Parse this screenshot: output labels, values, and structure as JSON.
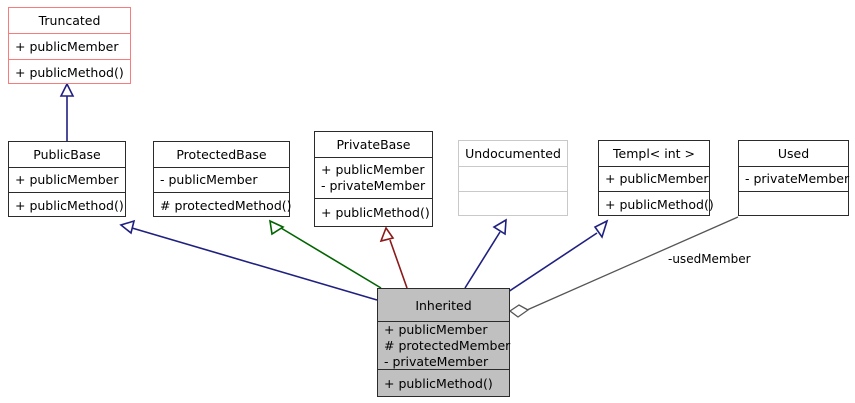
{
  "diagram": {
    "title": "UML class inheritance diagram",
    "background": "#ffffff",
    "colors": {
      "default_border": "#2b2b2b",
      "truncated_border": "#f77c7c",
      "undocumented_border": "#c9c9c9",
      "focus_fill": "#c0c0c0",
      "public_inherit": "#202080",
      "protected_inherit": "#006400",
      "private_inherit": "#8b1a1a",
      "usage_edge": "#555555"
    }
  },
  "classes": [
    {
      "id": "truncated",
      "name": "Truncated",
      "attributes": [
        "+ publicMember"
      ],
      "operations": [
        "+ publicMethod()"
      ],
      "border": "#f77c7c",
      "fill": "#ffffff"
    },
    {
      "id": "publicbase",
      "name": "PublicBase",
      "attributes": [
        "+ publicMember"
      ],
      "operations": [
        "+ publicMethod()"
      ],
      "border": "#2b2b2b",
      "fill": "#ffffff"
    },
    {
      "id": "protectedbase",
      "name": "ProtectedBase",
      "attributes": [
        "- publicMember"
      ],
      "operations": [
        "# protectedMethod()"
      ],
      "border": "#2b2b2b",
      "fill": "#ffffff"
    },
    {
      "id": "privatebase",
      "name": "PrivateBase",
      "attributes": [
        "+ publicMember",
        "- privateMember"
      ],
      "operations": [
        "+ publicMethod()"
      ],
      "border": "#2b2b2b",
      "fill": "#ffffff"
    },
    {
      "id": "undocumented",
      "name": "Undocumented",
      "attributes": [],
      "operations": [],
      "border": "#c9c9c9",
      "fill": "#ffffff"
    },
    {
      "id": "templ",
      "name": "Templ< int >",
      "attributes": [
        "+ publicMember"
      ],
      "operations": [
        "+ publicMethod()"
      ],
      "border": "#2b2b2b",
      "fill": "#ffffff"
    },
    {
      "id": "used",
      "name": "Used",
      "attributes": [
        "- privateMember"
      ],
      "operations": [],
      "border": "#2b2b2b",
      "fill": "#ffffff"
    },
    {
      "id": "inherited",
      "name": "Inherited",
      "attributes": [
        "+ publicMember",
        "# protectedMember",
        "- privateMember"
      ],
      "operations": [
        "+ publicMethod()"
      ],
      "border": "#2b2b2b",
      "fill": "#c0c0c0"
    }
  ],
  "relations": [
    {
      "id": "publicbase-truncated",
      "from": "publicbase",
      "to": "truncated",
      "kind": "public-inheritance",
      "color": "#202080",
      "label": ""
    },
    {
      "id": "inherited-publicbase",
      "from": "inherited",
      "to": "publicbase",
      "kind": "public-inheritance",
      "color": "#202080",
      "label": ""
    },
    {
      "id": "inherited-protectedbase",
      "from": "inherited",
      "to": "protectedbase",
      "kind": "protected-inheritance",
      "color": "#006400",
      "label": ""
    },
    {
      "id": "inherited-privatebase",
      "from": "inherited",
      "to": "privatebase",
      "kind": "private-inheritance",
      "color": "#8b1a1a",
      "label": ""
    },
    {
      "id": "inherited-undocumented",
      "from": "inherited",
      "to": "undocumented",
      "kind": "public-inheritance",
      "color": "#202080",
      "label": ""
    },
    {
      "id": "inherited-templ",
      "from": "inherited",
      "to": "templ",
      "kind": "public-inheritance",
      "color": "#202080",
      "label": ""
    },
    {
      "id": "inherited-used",
      "from": "inherited",
      "to": "used",
      "kind": "aggregation",
      "color": "#555555",
      "label": "-usedMember"
    }
  ]
}
